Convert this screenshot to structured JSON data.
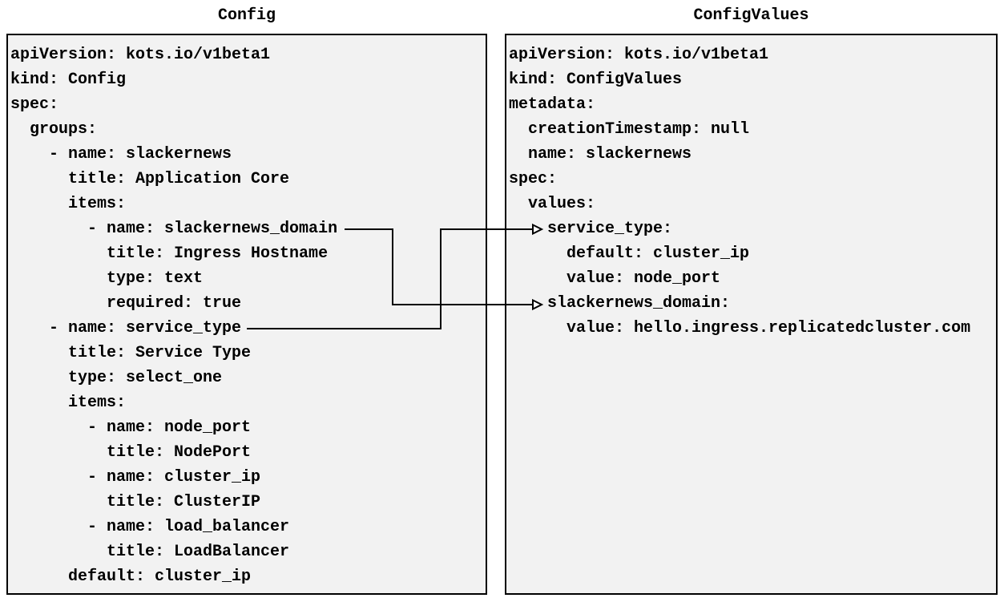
{
  "diagram": {
    "left_panel": {
      "title": "Config",
      "lines": [
        "apiVersion: kots.io/v1beta1",
        "kind: Config",
        "spec:",
        "  groups:",
        "    - name: slackernews",
        "      title: Application Core",
        "      items:",
        "        - name: slackernews_domain",
        "          title: Ingress Hostname",
        "          type: text",
        "          required: true",
        "    - name: service_type",
        "      title: Service Type",
        "      type: select_one",
        "      items:",
        "        - name: node_port",
        "          title: NodePort",
        "        - name: cluster_ip",
        "          title: ClusterIP",
        "        - name: load_balancer",
        "          title: LoadBalancer",
        "      default: cluster_ip"
      ]
    },
    "right_panel": {
      "title": "ConfigValues",
      "lines": [
        "apiVersion: kots.io/v1beta1",
        "kind: ConfigValues",
        "metadata:",
        "  creationTimestamp: null",
        "  name: slackernews",
        "spec:",
        "  values:",
        "    service_type:",
        "      default: cluster_ip",
        "      value: node_port",
        "    slackernews_domain:",
        "      value: hello.ingress.replicatedcluster.com"
      ]
    },
    "connections": [
      {
        "from": "slackernews_domain",
        "to": "slackernews_domain"
      },
      {
        "from": "service_type",
        "to": "service_type"
      }
    ],
    "colors": {
      "panel_bg": "#f2f2f2",
      "panel_border": "#000000",
      "text": "#000000",
      "arrow": "#000000"
    }
  }
}
